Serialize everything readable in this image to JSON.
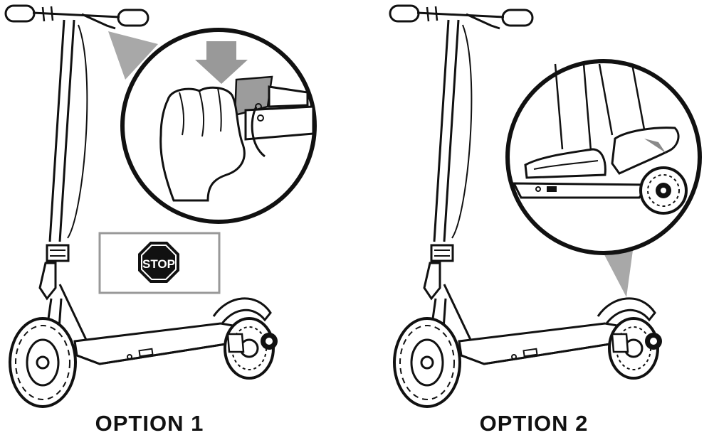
{
  "options": [
    {
      "label": "OPTION 1",
      "sign": {
        "text": "STOP"
      }
    },
    {
      "label": "OPTION 2"
    }
  ],
  "colors": {
    "ink": "#111111",
    "sign": "#111111",
    "shadow": "#a8a8a8",
    "background": "#ffffff"
  }
}
